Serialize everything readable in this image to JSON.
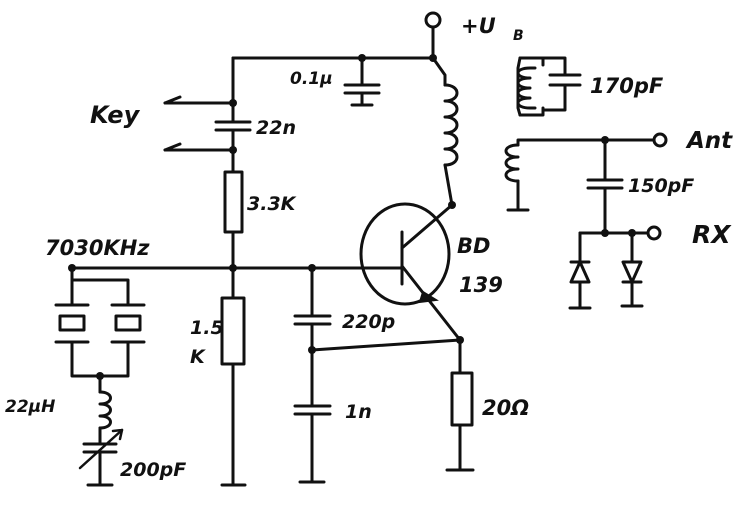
{
  "labels": {
    "supply": "+U",
    "supply_sub": "B",
    "key": "Key",
    "c_key": "22n",
    "c_bypass": "0.1µ",
    "r_upper": "3.3K",
    "crystal": "7030KHz",
    "r_lower_a": "1.5",
    "r_lower_b": "K",
    "c_220": "220p",
    "c_1n": "1n",
    "transistor_a": "BD",
    "transistor_b": "139",
    "r_emitter": "20Ω",
    "inductor": "22µH",
    "trimmer": "200pF",
    "c_tank": "170pF",
    "ant": "Ant",
    "c_150": "150pF",
    "rx": "RX"
  }
}
